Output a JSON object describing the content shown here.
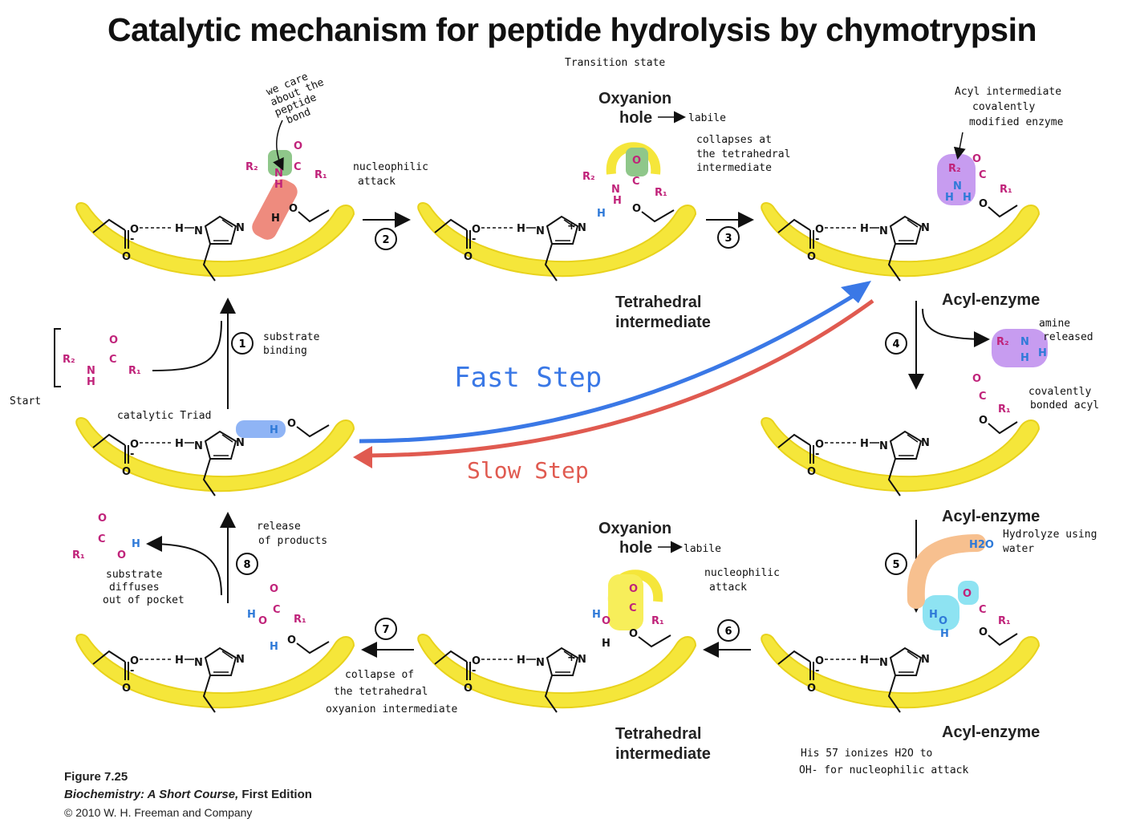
{
  "title": "Catalytic mechanism for peptide hydrolysis by chymotrypsin",
  "colors": {
    "banana": "#f5e63a",
    "bananaEdge": "#e8d21c",
    "magenta": "#c0237a",
    "blue": "#2f7ad8",
    "fastArrow": "#3a78e6",
    "slowArrow": "#e05a50",
    "green": "#8fc78a",
    "red": "#ee8b7e",
    "purple": "#c79cf0",
    "cyan": "#8ee3f2",
    "orange": "#f7c08f",
    "yellowHi": "#f7ee5a"
  },
  "steps": {
    "s1": "1",
    "s2": "2",
    "s3": "3",
    "s4": "4",
    "s5": "5",
    "s6": "6",
    "s7": "7",
    "s8": "8"
  },
  "notes": {
    "transition_state": "Transition state",
    "we_care": [
      "we care",
      "about the",
      "peptide",
      "bond"
    ],
    "nucleophilic_attack_1": [
      "nucleophilic",
      "attack"
    ],
    "collapses": [
      "collapses at",
      "the tetrahedral",
      "intermediate"
    ],
    "acyl_intermediate": [
      "Acyl intermediate",
      "covalently",
      "modified enzyme"
    ],
    "amine_released": [
      "amine",
      "released"
    ],
    "covalently_bonded": [
      "covalently",
      "bonded acyl"
    ],
    "substrate_binding": [
      "substrate",
      "binding"
    ],
    "start": "Start",
    "catalytic_triad": "catalytic Triad",
    "fast_step": "Fast Step",
    "slow_step": "Slow Step",
    "release_products": [
      "release",
      "of products"
    ],
    "substrate_diffuses": [
      "substrate",
      "diffuses",
      "out of pocket"
    ],
    "hydrolyze": [
      "Hydrolyze using",
      "water"
    ],
    "nucleophilic_attack_2": [
      "nucleophilic",
      "attack"
    ],
    "collapse_of": [
      "collapse of",
      "the tetrahedral",
      "oxyanion intermediate"
    ],
    "his57": [
      "His 57 ionizes H2O to",
      "OH- for nucleophilic attack"
    ],
    "labile": "labile"
  },
  "labels": {
    "oxyanion_hole": [
      "Oxyanion",
      "hole"
    ],
    "tetrahedral": [
      "Tetrahedral",
      "intermediate"
    ],
    "acyl_enzyme": "Acyl-enzyme"
  },
  "chem": {
    "R1": "R1",
    "R2": "R2",
    "N": "N",
    "H": "H",
    "O": "O",
    "C": "C",
    "H2O": "H2O"
  },
  "credit": {
    "figure": "Figure 7.25",
    "book_italic": "Biochemistry: A Short Course,",
    "book_edition": " First Edition",
    "copyright": "© 2010 W. H. Freeman and Company"
  }
}
